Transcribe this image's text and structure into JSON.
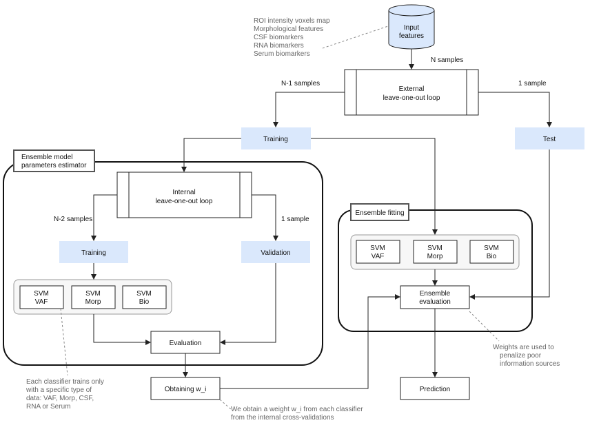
{
  "nodes": {
    "input_features": [
      "Input",
      "features"
    ],
    "external_loop": [
      "External",
      "leave-one-out loop"
    ],
    "training_top": "Training",
    "test": "Test",
    "internal_loop": [
      "Internal",
      "leave-one-out loop"
    ],
    "training_inner": "Training",
    "validation": "Validation",
    "svm_vaf": [
      "SVM",
      "VAF"
    ],
    "svm_morp": [
      "SVM",
      "Morp"
    ],
    "svm_bio": [
      "SVM",
      "Bio"
    ],
    "evaluation": "Evaluation",
    "obtaining_w": "Obtaining w_i",
    "ens_svm_vaf": [
      "SVM",
      "VAF"
    ],
    "ens_svm_morp": [
      "SVM",
      "Morp"
    ],
    "ens_svm_bio": [
      "SVM",
      "Bio"
    ],
    "ensemble_evaluation": [
      "Ensemble",
      "evaluation"
    ],
    "prediction": "Prediction"
  },
  "groups": {
    "estimator": [
      "Ensemble model",
      "parameters estimator"
    ],
    "fitting": "Ensemble fitting"
  },
  "edge_labels": {
    "n_samples": "N samples",
    "n1_samples": "N-1 samples",
    "one_sample_top": "1 sample",
    "n2_samples": "N-2 samples",
    "one_sample_inner": "1 sample"
  },
  "notes": {
    "input_list": [
      "ROI intensity voxels map",
      "Morphological features",
      "CSF biomarkers",
      "RNA biomarkers",
      "Serum biomarkers"
    ],
    "classifier_note": [
      "Each classifier trains only",
      "with a specific type of",
      "data: VAF, Morp, CSF,",
      "RNA or Serum"
    ],
    "weight_note": [
      "We obtain a weight w_i from each classifier",
      "from the internal cross-validations"
    ],
    "penalize_note": [
      "Weights are used to",
      "penalize poor",
      "information sources"
    ]
  },
  "colors": {
    "accent_fill": "#dae8fc",
    "stroke": "#222222",
    "note_text": "#666666"
  }
}
